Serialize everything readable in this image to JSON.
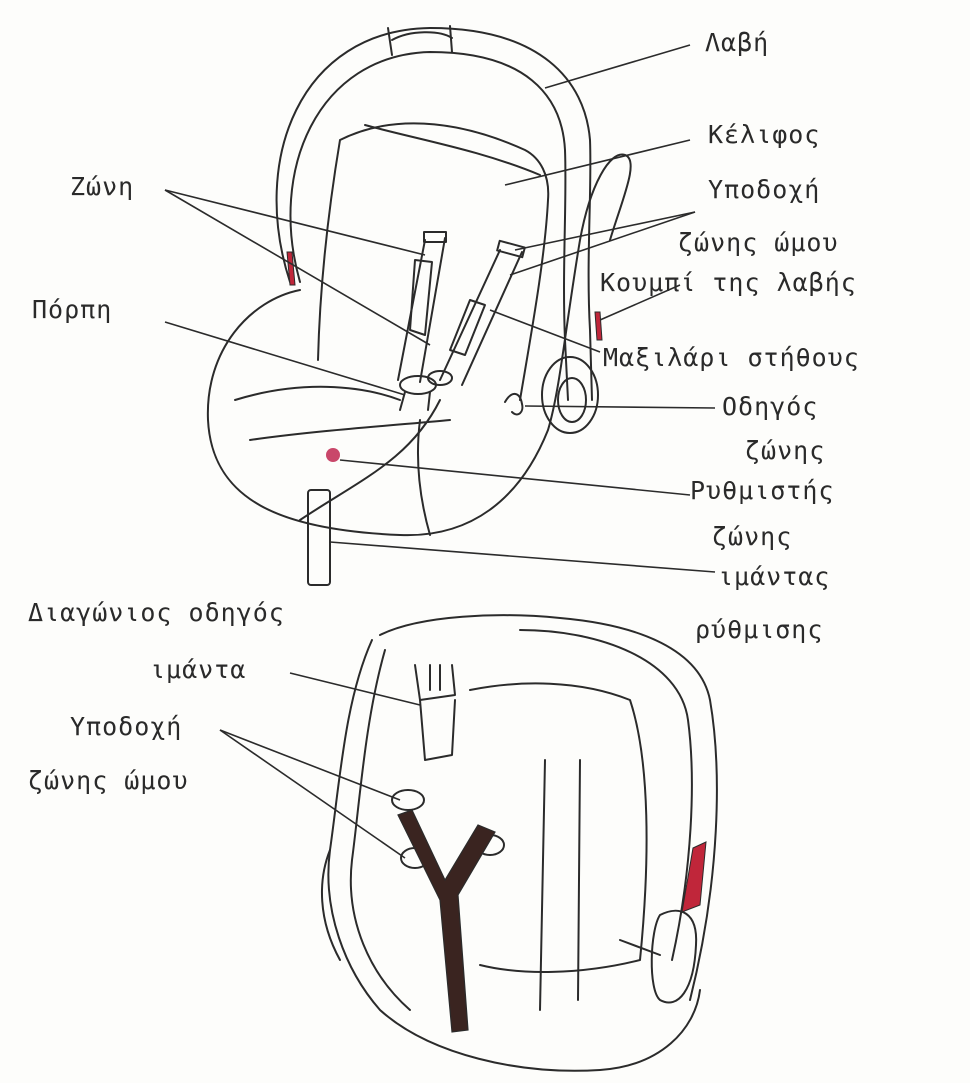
{
  "colors": {
    "background": "#fdfdfb",
    "ink": "#2b2b2b",
    "accent_red": "#c0263a",
    "dot_pink": "#c9476a",
    "strap_dark": "#3a2420"
  },
  "labels": {
    "handle": "Λαβή",
    "shell": "Κέλιφος",
    "shoulder_belt_slot_1": "Υποδοχή",
    "shoulder_belt_slot_2": "ζώνης ώμου",
    "belt": "Ζώνη",
    "handle_button": "Κουμπί της λαβής",
    "buckle": "Πόρπη",
    "chest_pad": "Μαξιλάρι στήθους",
    "belt_guide_1": "Οδηγός",
    "belt_guide_2": "ζώνης",
    "belt_adjuster_1": "Ρυθμιστής",
    "belt_adjuster_2": "ζώνης",
    "adjust_strap_1": "ιμάντας",
    "adjust_strap_2": "ρύθμισης",
    "diagonal_guide_1": "Διαγώνιος οδηγός",
    "diagonal_guide_2": "ιμάντα",
    "rear_shoulder_slot_1": "Υποδοχή",
    "rear_shoulder_slot_2": "ζώνης ώμου"
  }
}
